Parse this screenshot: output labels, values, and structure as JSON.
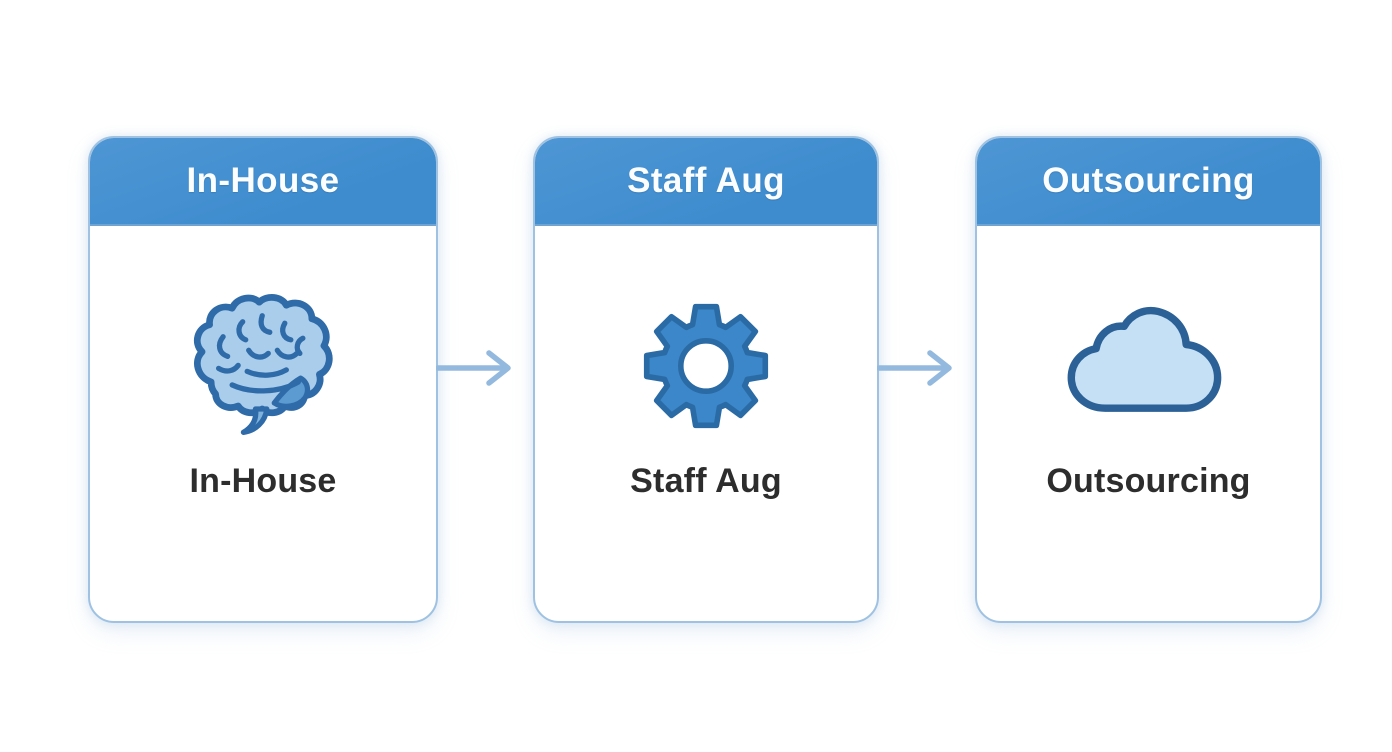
{
  "diagram": {
    "cards": [
      {
        "header": "In-House",
        "label": "In-House",
        "icon": "brain-icon"
      },
      {
        "header": "Staff Aug",
        "label": "Staff Aug",
        "icon": "gear-icon"
      },
      {
        "header": "Outsourcing",
        "label": "Outsourcing",
        "icon": "cloud-icon"
      }
    ],
    "arrows": [
      {
        "from": "In-House",
        "to": "Staff Aug"
      },
      {
        "from": "Staff Aug",
        "to": "Outsourcing"
      }
    ],
    "colors": {
      "background": "#FFFFFF",
      "header_blue": "#3E8CCE",
      "header_blue_light": "#4E96D4",
      "header_text": "#FBFDFF",
      "card_border": "#9FC2E2",
      "label_text": "#2D2D2D",
      "arrow": "#93B9DF",
      "icon_outline": "#2E6BA8",
      "brain_fill": "#A9CDEB",
      "gear_fill": "#3C87C9",
      "cloud_fill": "#C5E0F4"
    }
  }
}
